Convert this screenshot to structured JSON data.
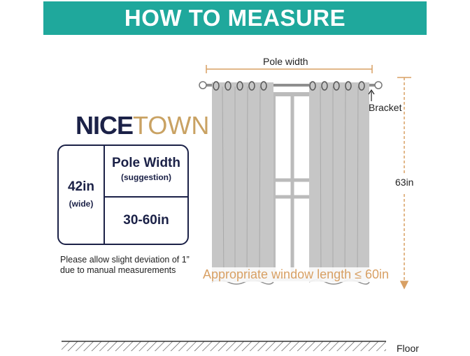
{
  "header": {
    "title": "HOW TO MEASURE"
  },
  "logo": {
    "part1": "NICE",
    "part2": "TOWN"
  },
  "size_table": {
    "width_value": "42in",
    "width_note": "(wide)",
    "column_title": "Pole Width",
    "column_subtitle": "(suggestion)",
    "range": "30-60in"
  },
  "note": {
    "line1": "Please allow slight deviation of 1”",
    "line2": "due to manual measurements"
  },
  "diagram": {
    "pole_label": "Pole width",
    "bracket_label": "Bracket",
    "length_label": "63in",
    "window_label": "Appropriate window length ≤ 60in",
    "floor_label": "Floor"
  },
  "colors": {
    "banner": "#1fa89c",
    "navy": "#1b2147",
    "gold": "#c9a263",
    "dimension_orange": "#d8a064",
    "curtain": "#c6c6c6",
    "curtain_edge": "#8f8f8f"
  }
}
